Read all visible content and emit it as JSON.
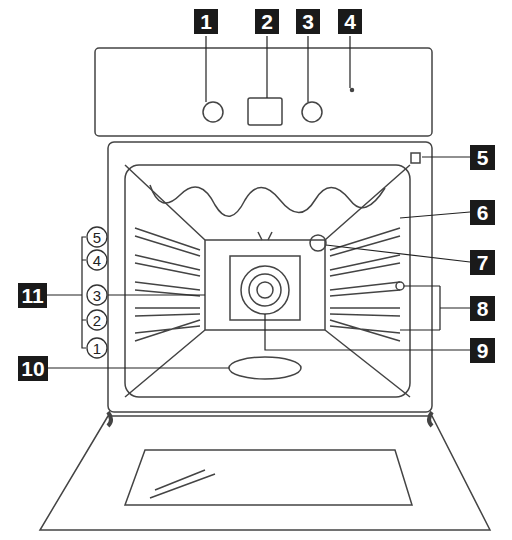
{
  "diagram": {
    "nodes": [
      {
        "text": [
          "1"
        ]
      },
      {
        "text": [
          "2"
        ]
      },
      {
        "text": [
          "3"
        ]
      },
      {
        "text": [
          "4"
        ]
      },
      {
        "text": [
          "5"
        ]
      },
      {
        "text": [
          "6"
        ]
      },
      {
        "text": [
          "7"
        ]
      },
      {
        "text": [
          "5"
        ]
      },
      {
        "text": [
          "4"
        ]
      },
      {
        "text": [
          "11"
        ]
      },
      {
        "text": [
          "3"
        ]
      },
      {
        "text": [
          "8"
        ]
      },
      {
        "text": [
          "2"
        ]
      },
      {
        "text": [
          "1"
        ]
      },
      {
        "text": [
          "9"
        ]
      },
      {
        "text": [
          "10"
        ]
      }
    ]
  }
}
